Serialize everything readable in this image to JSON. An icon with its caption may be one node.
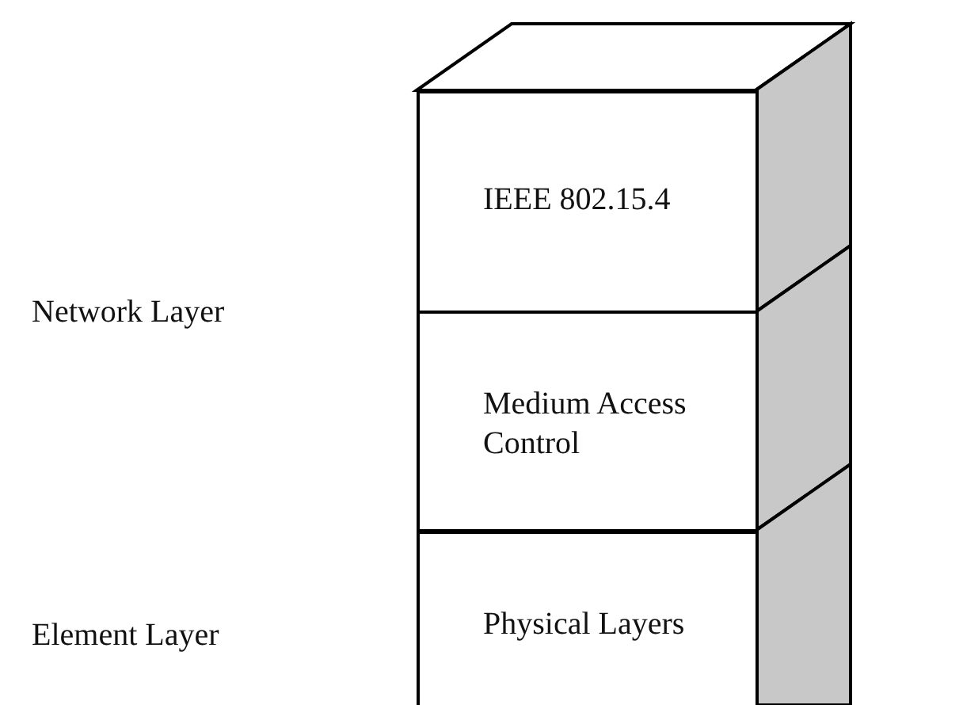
{
  "diagram": {
    "nodes": [
      {
        "text": [
          "IEEE 802.15.4"
        ]
      },
      {
        "text": [
          "Medium Access Control"
        ]
      },
      {
        "text": [
          "Physical Layers"
        ]
      }
    ],
    "labels": [
      "Network Layer",
      "Element Layer"
    ]
  }
}
